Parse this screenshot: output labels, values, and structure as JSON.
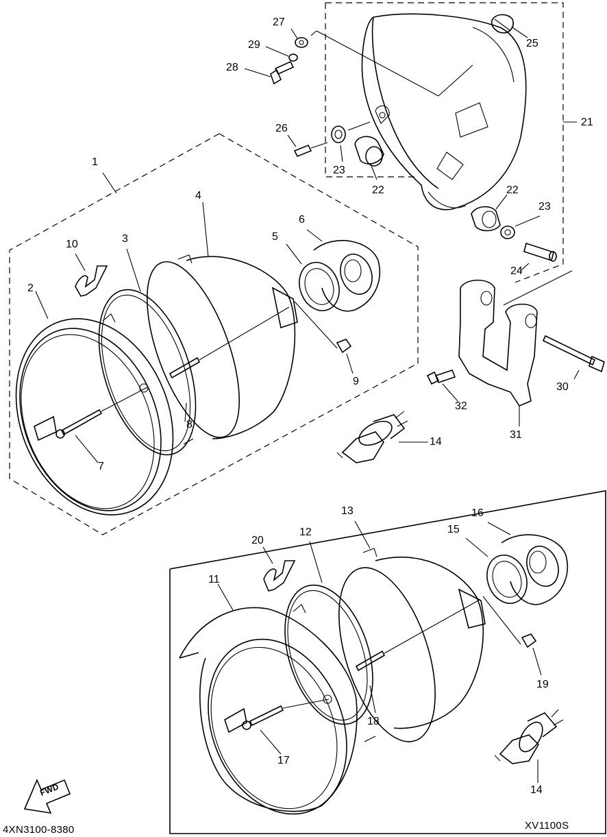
{
  "diagram": {
    "model_code": "XV1100S",
    "catalog_number": "4XN3100-8380",
    "fwd_label": "FWD"
  },
  "callouts": [
    {
      "id": "c1",
      "label": "1"
    },
    {
      "id": "c2",
      "label": "2"
    },
    {
      "id": "c3",
      "label": "3"
    },
    {
      "id": "c4",
      "label": "4"
    },
    {
      "id": "c5",
      "label": "5"
    },
    {
      "id": "c6",
      "label": "6"
    },
    {
      "id": "c7",
      "label": "7"
    },
    {
      "id": "c8",
      "label": "8"
    },
    {
      "id": "c9",
      "label": "9"
    },
    {
      "id": "c10",
      "label": "10"
    },
    {
      "id": "c11",
      "label": "11"
    },
    {
      "id": "c12",
      "label": "12"
    },
    {
      "id": "c13",
      "label": "13"
    },
    {
      "id": "c14a",
      "label": "14"
    },
    {
      "id": "c14b",
      "label": "14"
    },
    {
      "id": "c15",
      "label": "15"
    },
    {
      "id": "c16",
      "label": "16"
    },
    {
      "id": "c17",
      "label": "17"
    },
    {
      "id": "c18",
      "label": "18"
    },
    {
      "id": "c19",
      "label": "19"
    },
    {
      "id": "c20",
      "label": "20"
    },
    {
      "id": "c21",
      "label": "21"
    },
    {
      "id": "c22a",
      "label": "22"
    },
    {
      "id": "c22b",
      "label": "22"
    },
    {
      "id": "c23a",
      "label": "23"
    },
    {
      "id": "c23b",
      "label": "23"
    },
    {
      "id": "c24",
      "label": "24"
    },
    {
      "id": "c25",
      "label": "25"
    },
    {
      "id": "c26",
      "label": "26"
    },
    {
      "id": "c27",
      "label": "27"
    },
    {
      "id": "c28",
      "label": "28"
    },
    {
      "id": "c29",
      "label": "29"
    },
    {
      "id": "c30",
      "label": "30"
    },
    {
      "id": "c31",
      "label": "31"
    },
    {
      "id": "c32",
      "label": "32"
    }
  ]
}
